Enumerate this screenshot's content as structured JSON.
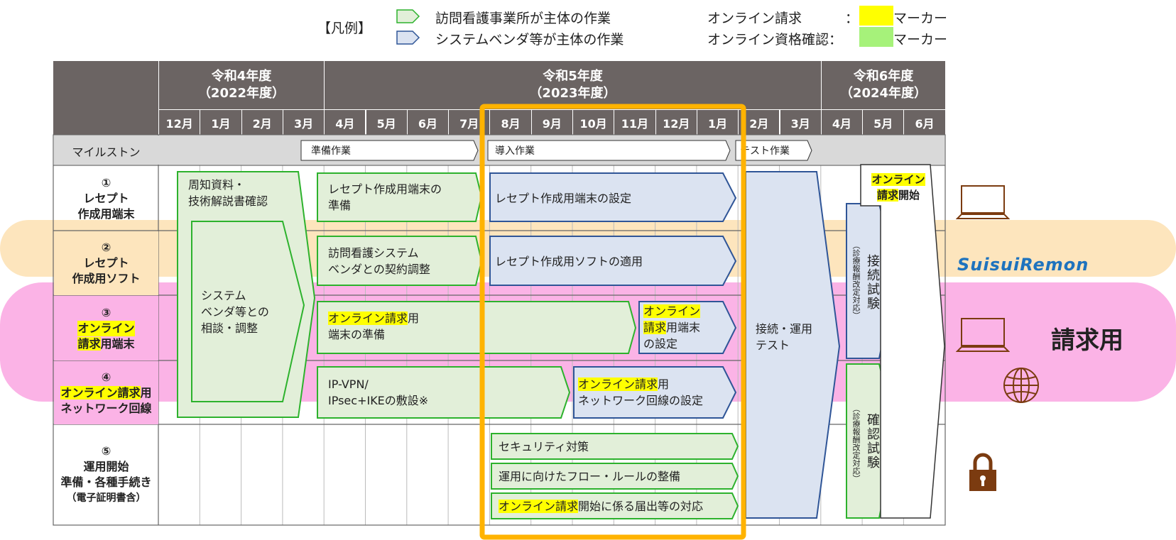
{
  "legend": {
    "title": "【凡例】",
    "green_item": "訪問看護事業所が主体の作業",
    "blue_item": "システムベンダ等が主体の作業",
    "online_claim": "オンライン請求",
    "online_eligibility": "オンライン資格確認：",
    "colon": "：",
    "marker": "マーカー",
    "marker2": "マーカー"
  },
  "colors": {
    "header": "#6b6463",
    "green_fill": "#e2efd9",
    "green_stroke": "#2db22d",
    "blue_fill": "#dbe3f1",
    "blue_stroke": "#2f5597",
    "yellow_marker": "#ffff00",
    "green_marker": "#a6f27a",
    "orange_band": "#fde5bd",
    "pink_band": "#fbb3e6",
    "highlight_box": "#ffb300",
    "icon_brown": "#7b3b10"
  },
  "header": {
    "fy2022": {
      "line1": "令和4年度",
      "line2": "（2022年度）"
    },
    "fy2023": {
      "line1": "令和5年度",
      "line2": "（2023年度）"
    },
    "fy2024": {
      "line1": "令和6年度",
      "line2": "（2024年度）"
    },
    "months": [
      "12月",
      "1月",
      "2月",
      "3月",
      "4月",
      "5月",
      "6月",
      "7月",
      "8月",
      "9月",
      "10月",
      "11月",
      "12月",
      "1月",
      "2月",
      "3月",
      "4月",
      "5月",
      "6月"
    ]
  },
  "milestone": {
    "label": "マイルストン",
    "prep": "準備作業",
    "intro": "導入作業",
    "test": "テスト作業"
  },
  "rows": {
    "r1": {
      "num": "①",
      "l1": "レセプト",
      "l2": "作成用端末"
    },
    "r2": {
      "num": "②",
      "l1": "レセプト",
      "l2": "作成用ソフト"
    },
    "r3": {
      "num": "③",
      "l1": "オンライン",
      "l2a": "請求",
      "l2b": "用端末"
    },
    "r4": {
      "num": "④",
      "l1a": "オンライン請求",
      "l1b": "用",
      "l2": "ネットワーク回線"
    },
    "r5": {
      "num": "⑤",
      "l1": "運用開始",
      "l2": "準備・各種手続き",
      "l3": "（電子証明書含）"
    }
  },
  "tasks": {
    "shuchi1": "周知資料・",
    "shuchi2": "技術解説書確認",
    "soudan1": "システム",
    "soudan2": "ベンダ等との",
    "soudan3": "相談・調整",
    "rezept_prep1": "レセプト作成用端末の",
    "rezept_prep2": "準備",
    "rezept_set": "レセプト作成用端末の設定",
    "keiyaku1": "訪問看護システム",
    "keiyaku2": "ベンダとの契約調整",
    "soft_apply": "レセプト作成用ソフトの適用",
    "online_term_a": "オンライン請求",
    "online_term_b": "用",
    "online_term2": "端末の準備",
    "online_set1": "オンライン",
    "online_set2a": "請求",
    "online_set2b": "用端末",
    "online_set3": "の設定",
    "vpn1": "IP-VPN/",
    "vpn2": "IPsec+IKEの敷設※",
    "net_set_a": "オンライン請求",
    "net_set_b": "用",
    "net_set2": "ネットワーク回線の設定",
    "security": "セキュリティ対策",
    "flow": "運用に向けたフロー・ルールの整備",
    "todoke_a": "オンライン請求",
    "todoke_b": "開始に係る届出等の対応",
    "test1": "接続・運用",
    "test2": "テスト",
    "conn_test": "接続試験",
    "conn_note": "（診療報酬改定対応）",
    "conf_test": "確認試験",
    "conf_note": "（診療報酬改定対応）",
    "start_a": "オンライン",
    "start_b1": "請求",
    "start_b2": "開始"
  },
  "side": {
    "brand": "SuisuiRemon",
    "billing": "請求用"
  },
  "icons": {
    "laptop": "laptop-icon",
    "globe": "globe-icon",
    "lock": "lock-icon"
  }
}
